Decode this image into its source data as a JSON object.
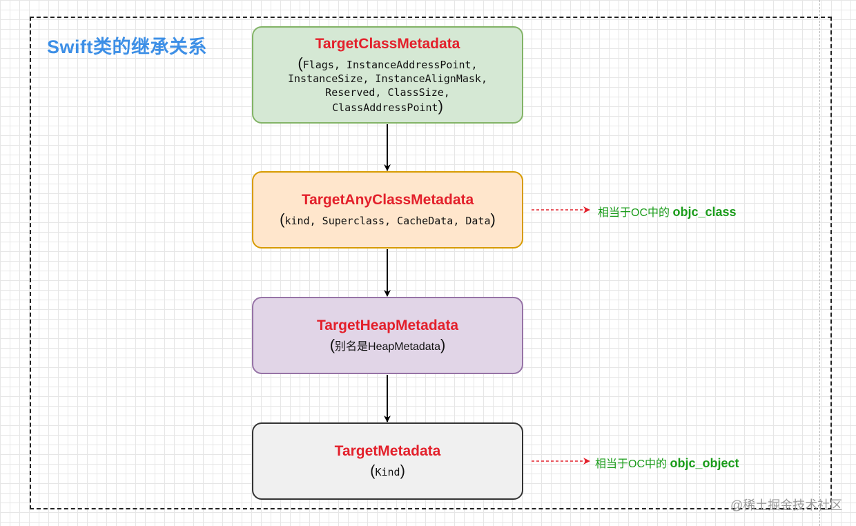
{
  "title": "Swift类的继承关系",
  "boxes": [
    {
      "name": "TargetClassMetadata",
      "fields_open": "(",
      "fields": "Flags, InstanceAddressPoint,\nInstanceSize, InstanceAlignMask,\nReserved, ClassSize,\nClassAddressPoint",
      "fields_close": ")",
      "fill": "#d5e8d4",
      "stroke": "#82b366"
    },
    {
      "name": "TargetAnyClassMetadata",
      "fields_open": "(",
      "fields": "kind, Superclass, CacheData, Data",
      "fields_close": ")",
      "fill": "#ffe6cc",
      "stroke": "#d79b00"
    },
    {
      "name": "TargetHeapMetadata",
      "fields_open": "(",
      "fields": "别名是HeapMetadata",
      "fields_close": ")",
      "fill": "#e1d5e7",
      "stroke": "#9673a6"
    },
    {
      "name": "TargetMetadata",
      "fields_open": "(",
      "fields": "Kind",
      "fields_close": ")",
      "fill": "#f0f0f0",
      "stroke": "#333333"
    }
  ],
  "notes": [
    {
      "prefix": "相当于OC中的 ",
      "term": "objc_class"
    },
    {
      "prefix": "相当于OC中的 ",
      "term": "objc_object"
    }
  ],
  "watermark": "@稀土掘金技术社区",
  "colors": {
    "title": "#3d8fe6",
    "box_name": "#e3202b",
    "note": "#1a9c1a",
    "note_arrow": "#e3202b"
  }
}
